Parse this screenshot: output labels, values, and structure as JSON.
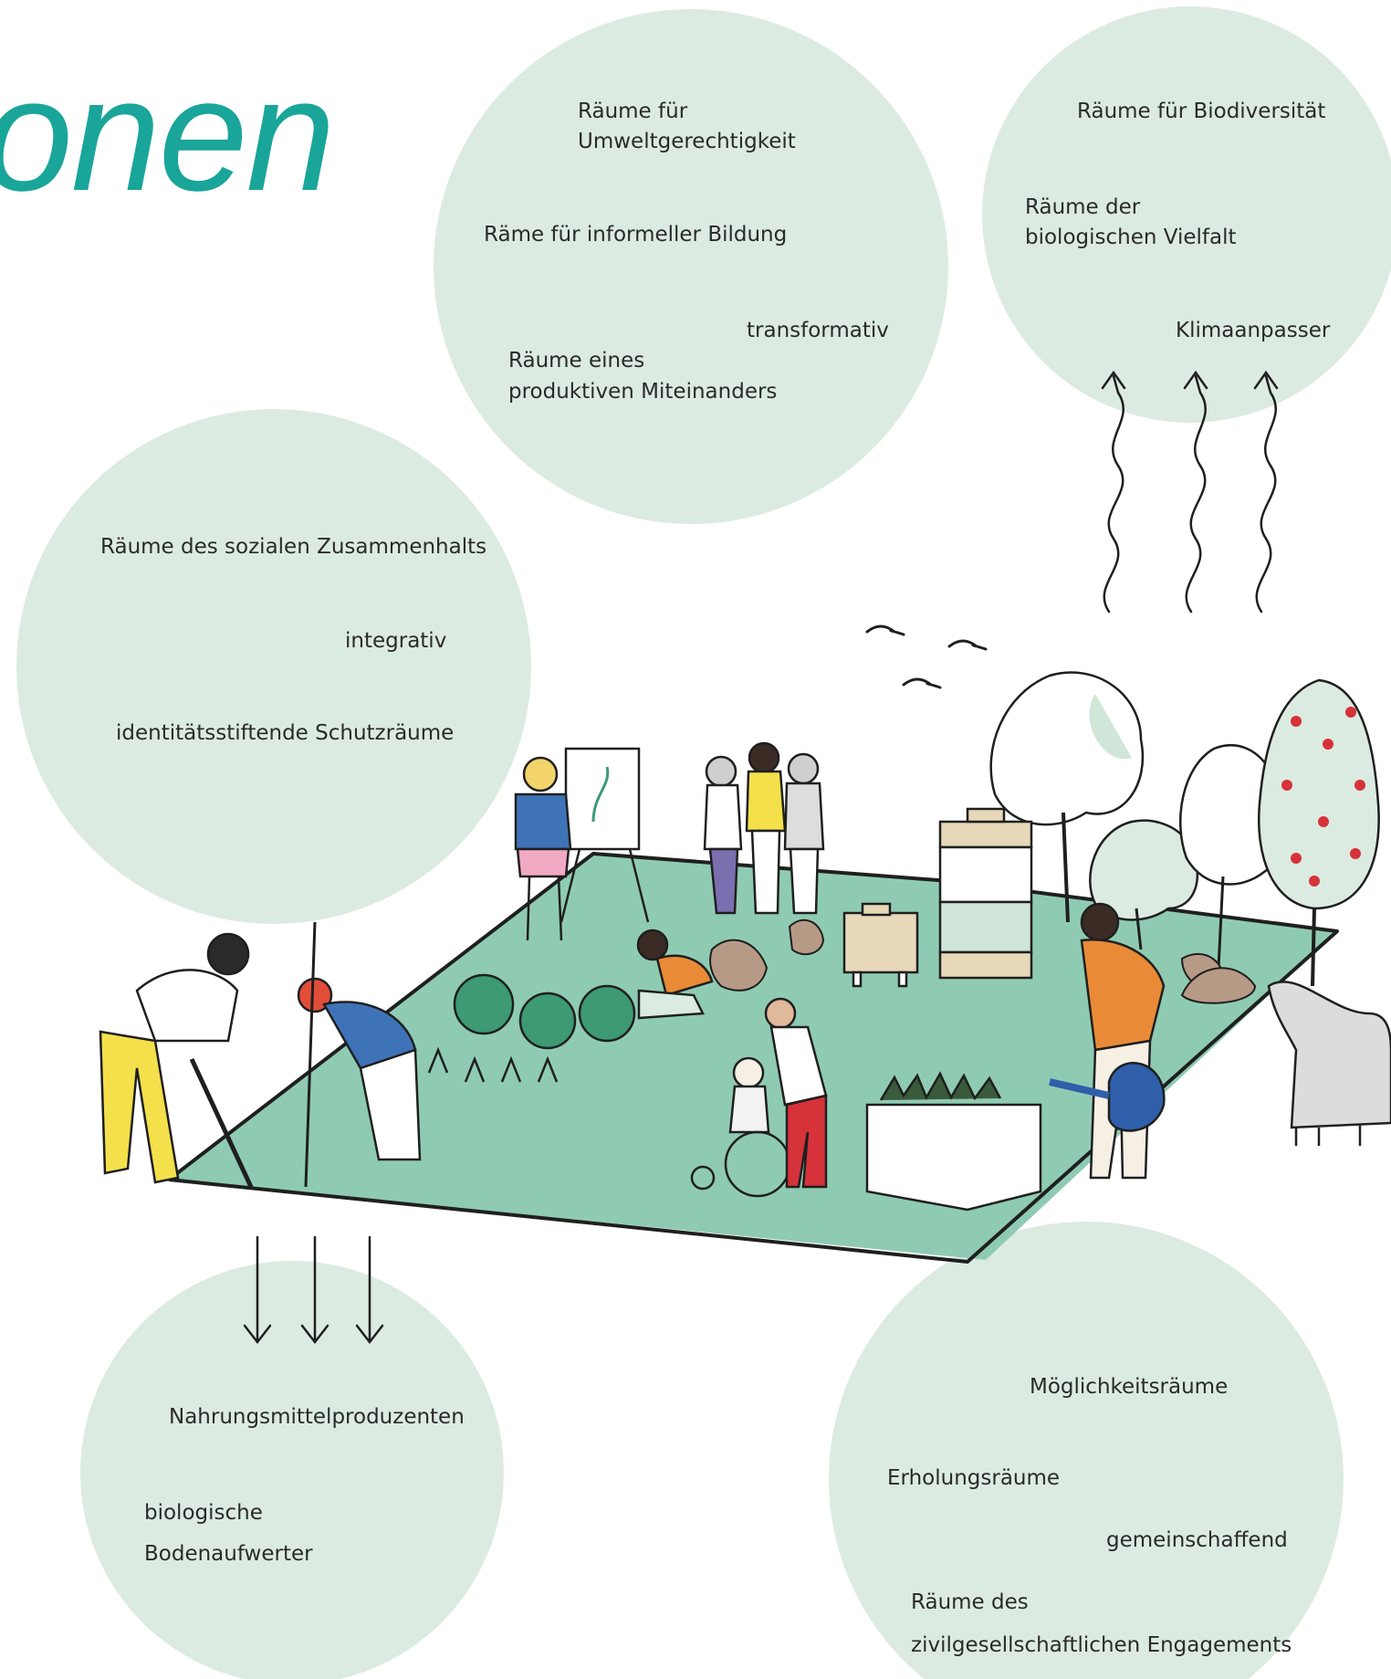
{
  "title": "onen",
  "colors": {
    "circle": "#dcebe1",
    "ground": "#8fcbb3",
    "accent_title": "#1aa59a",
    "ink": "#1f1f1f"
  },
  "circles": {
    "umwelt": {
      "line1": "Räume für",
      "line2": "Umweltgerechtigkeit",
      "bildung": "Räme für informeller Bildung",
      "transformativ": "transformativ",
      "miteinander1": "Räume eines",
      "miteinander2": "produktiven Miteinanders"
    },
    "biodiv": {
      "title": "Räume für Biodiversität",
      "vielfalt1": "Räume der",
      "vielfalt2": "biologischen Vielfalt",
      "klima": "Klimaanpasser"
    },
    "sozial": {
      "zusammenhalt": "Räume des sozialen Zusammenhalts",
      "integrativ": "integrativ",
      "schutz": "identitätsstiftende  Schutzräume"
    },
    "nahrung": {
      "produzenten": "Nahrungsmittelproduzenten",
      "bio1": "biologische",
      "bio2": "Bodenaufwerter"
    },
    "moeglich": {
      "moeglichkeit": "Möglichkeitsräume",
      "erholung": "Erholungsräume",
      "gemeinschaffend": "gemeinschaffend",
      "zivil1": "Räume des",
      "zivil2": "zivilgesellschaftlichen Engagements"
    }
  }
}
